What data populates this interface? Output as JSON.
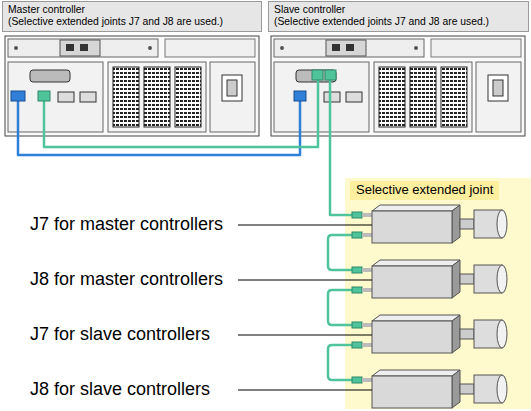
{
  "diagram": {
    "nodes": [
      {
        "text": [
          "Master controller",
          "(Selective extended joints J7 and J8 are used.)"
        ]
      },
      {
        "text": [
          "Slave controller",
          "(Selective extended joints J7 and J8 are used.)"
        ]
      },
      {
        "text": [
          "Selective extended joint"
        ]
      }
    ],
    "edges": [
      {
        "from": 0,
        "to": 1,
        "arrow": "none"
      },
      {
        "from": 0,
        "to": 1,
        "arrow": "none"
      },
      {
        "from": 1,
        "to": 2,
        "arrow": "none"
      }
    ],
    "labels": [
      "J7 for master controllers",
      "J8 for master controllers",
      "J7 for slave controllers",
      "J8 for slave controllers"
    ]
  }
}
